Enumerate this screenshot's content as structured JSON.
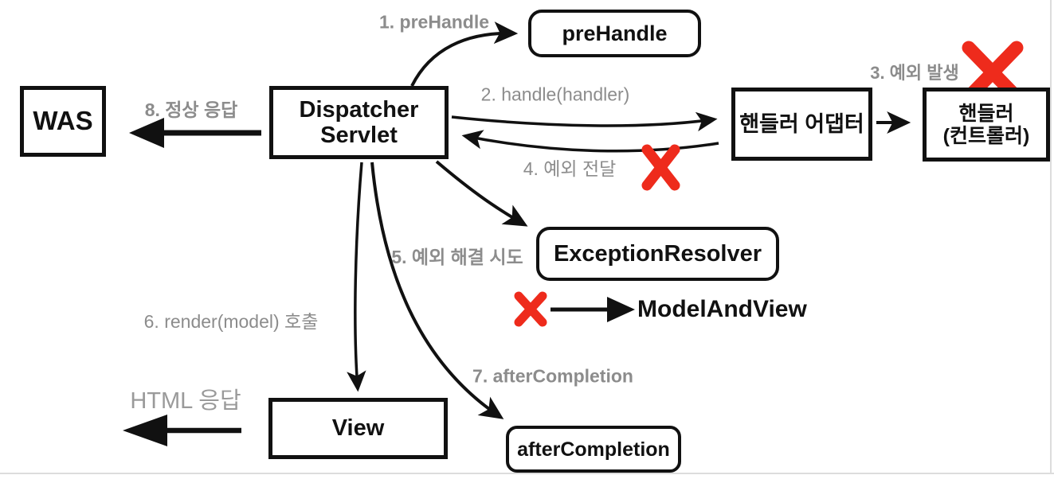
{
  "nodes": {
    "was": {
      "label": "WAS"
    },
    "dispatcher": {
      "line1": "Dispatcher",
      "line2": "Servlet"
    },
    "pre_handle": {
      "label": "preHandle"
    },
    "handler_adapter": {
      "label": "핸들러 어댑터"
    },
    "handler": {
      "line1": "핸들러",
      "line2": "(컨트롤러)"
    },
    "exception_resolver": {
      "label": "ExceptionResolver"
    },
    "model_and_view": {
      "label": "ModelAndView"
    },
    "view": {
      "label": "View"
    },
    "after_completion": {
      "label": "afterCompletion"
    }
  },
  "labels": {
    "step1": "1. preHandle",
    "step2": "2. handle(handler)",
    "step3": "3. 예외 발생",
    "step4": "4. 예외 전달",
    "step5": "5. 예외 해결 시도",
    "step6": "6. render(model) 호출",
    "step7": "7. afterCompletion",
    "step8": "8. 정상 응답",
    "html_response": "HTML 응답"
  },
  "icons": {
    "error_x": "red-x-mark"
  },
  "colors": {
    "error_x": "#ee2b1c",
    "label_gray": "#8c8c8c",
    "stroke_black": "#111111"
  }
}
